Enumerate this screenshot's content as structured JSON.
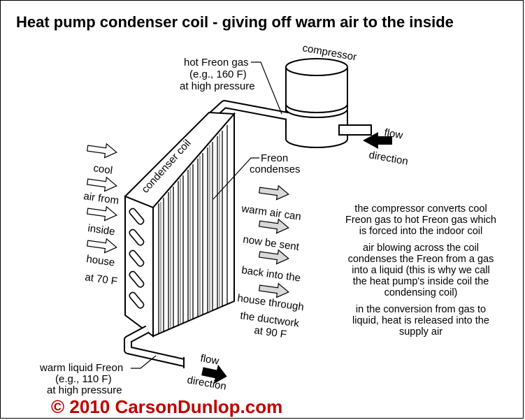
{
  "title": "Heat pump condenser coil - giving off warm air to the inside",
  "copyright": "© 2010 CarsonDunlop.com",
  "colors": {
    "copyright": "#c00000",
    "arrow_fill": "#d9d9d9",
    "stroke": "#000000"
  },
  "labels": {
    "compressor": "compressor",
    "hot_gas": [
      "hot Freon gas",
      "(e.g., 160 F)",
      "at high pressure"
    ],
    "coil_label": "condenser coil",
    "freon_condenses": [
      "Freon",
      "condenses"
    ],
    "flow_top": [
      "flow",
      "direction"
    ],
    "flow_bottom": [
      "flow",
      "direction"
    ],
    "warm_liquid": [
      "warm liquid Freon",
      "(e.g., 110 F)",
      "at high pressure"
    ],
    "cool_air": [
      "cool",
      "air from",
      "inside",
      "house",
      "at 70 F"
    ],
    "warm_air": [
      "warm air can",
      "now be sent",
      "back into the",
      "house through",
      "the ductwork",
      "at 90 F"
    ]
  },
  "explanation": {
    "p1": [
      "the compressor converts cool",
      "Freon gas to hot Freon gas which",
      "is forced into the indoor coil"
    ],
    "p2": [
      "air blowing across the coil",
      "condenses the Freon from a gas",
      "into a liquid (this is why we call",
      "the heat pump's inside  coil the",
      "condensing coil)"
    ],
    "p3": [
      "in the conversion from gas to",
      "liquid, heat is released into the",
      "supply air"
    ]
  }
}
